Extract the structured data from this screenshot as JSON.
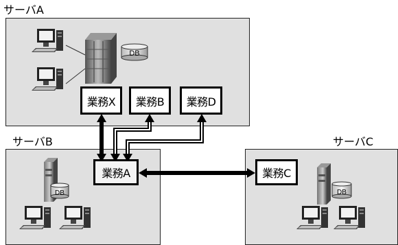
{
  "servers": {
    "a": {
      "title": "サーバA",
      "db_label": "DB"
    },
    "b": {
      "title": "サーバB",
      "db_label": "DB"
    },
    "c": {
      "title": "サーバC",
      "db_label": "DB"
    }
  },
  "jobs": {
    "x": "業務X",
    "b": "業務B",
    "d": "業務D",
    "a": "業務A",
    "c": "業務C"
  }
}
